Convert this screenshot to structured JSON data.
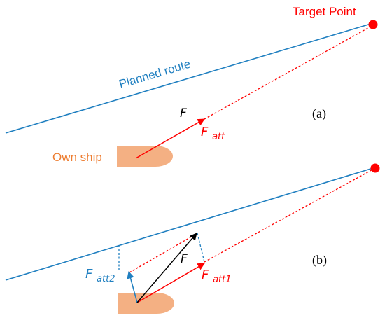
{
  "colors": {
    "route": "#1f7fc0",
    "force": "#ff0000",
    "resultant": "#000000",
    "ship_fill": "#f4b083",
    "ship_label": "#ed7d31",
    "target": "#ff0000",
    "component": "#1f7fc0"
  },
  "panel_a": {
    "target_label": "Target Point",
    "route_label": "Planned route",
    "panel_label": "(a)",
    "own_ship_label": "Own ship",
    "resultant_label": "F",
    "att_symbol": "F",
    "att_subscript": "att"
  },
  "panel_b": {
    "panel_label": "(b)",
    "resultant_label": "F",
    "att1_symbol": "F",
    "att1_subscript": "att1",
    "att2_symbol": "F",
    "att2_subscript": "att2"
  }
}
